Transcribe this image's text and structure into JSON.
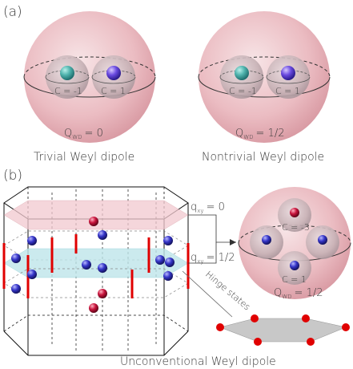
{
  "panel_a": {
    "label": "(a)",
    "left": {
      "inner_left_charge": "C = -1",
      "inner_right_charge": "C = 1",
      "q_main": "Q",
      "q_sub": "WD",
      "q_value": "= 0",
      "caption": "Trivial Weyl dipole"
    },
    "right": {
      "inner_left_charge": "C = -1",
      "inner_right_charge": "C = 1",
      "q_main": "Q",
      "q_sub": "WD",
      "q_value": "= 1/2",
      "caption": "Nontrivial Weyl dipole"
    }
  },
  "panel_b": {
    "label": "(b)",
    "q_top_main": "q",
    "q_top_sub": "xy",
    "q_top_value": "= 0",
    "q_mid_main": "q",
    "q_mid_sub": "xy",
    "q_mid_value": "= 1/2",
    "hinge_label": "Hinge states",
    "sphere_top_charge": "C = -3",
    "sphere_bottom_charge": "C = 1",
    "q_main": "Q",
    "q_sub": "WD",
    "q_value": "= 1/2",
    "caption": "Unconventional Weyl dipole"
  },
  "colors": {
    "sphere_pink": "#e8b4bc",
    "plane_pink": "#f2c9cf",
    "plane_cyan": "#bfe6ea",
    "weyl_red": "#c0143c",
    "weyl_blue": "#2b2bb8",
    "weyl_teal": "#3aa0a0",
    "weyl_purple": "#5533cc",
    "hinge_red": "#e00000"
  }
}
